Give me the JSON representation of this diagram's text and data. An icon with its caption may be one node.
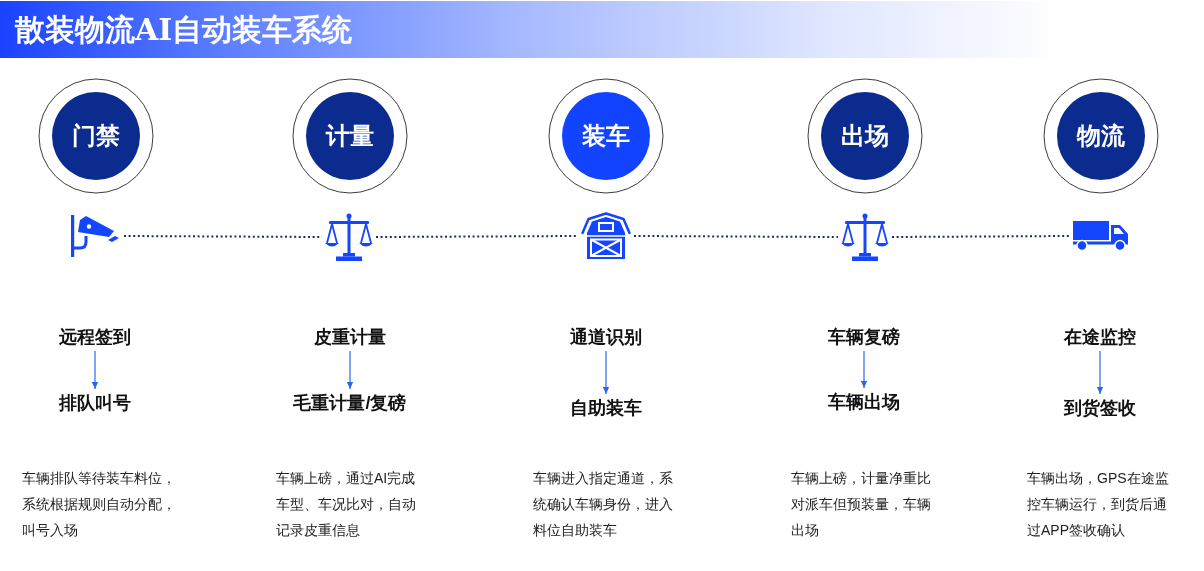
{
  "diagram": {
    "title": "散装物流AI自动装车系统",
    "nodes": [
      {
        "text": [
          "门禁"
        ]
      },
      {
        "text": [
          "计量"
        ]
      },
      {
        "text": [
          "装车"
        ]
      },
      {
        "text": [
          "出场"
        ]
      },
      {
        "text": [
          "物流"
        ]
      },
      {
        "text": [],
        "shape": "picture"
      },
      {
        "text": [],
        "shape": "picture"
      },
      {
        "text": [],
        "shape": "picture"
      },
      {
        "text": [],
        "shape": "picture"
      },
      {
        "text": [],
        "shape": "picture"
      },
      {
        "text": [
          "远程签到"
        ]
      },
      {
        "text": [
          "皮重计量"
        ]
      },
      {
        "text": [
          "通道识别"
        ]
      },
      {
        "text": [
          "车辆复磅"
        ]
      },
      {
        "text": [
          "在途监控"
        ]
      },
      {
        "text": [
          "排队叫号"
        ]
      },
      {
        "text": [
          "毛重计量/复磅"
        ]
      },
      {
        "text": [
          "自助装车"
        ]
      },
      {
        "text": [
          "车辆出场"
        ]
      },
      {
        "text": [
          "到货签收"
        ]
      }
    ],
    "edges": [
      {
        "from": 5,
        "to": 6,
        "arrow": "none",
        "style": "dashed",
        "color": "#1b2f5e"
      },
      {
        "from": 6,
        "to": 7,
        "arrow": "none",
        "style": "dashed",
        "color": "#1b2f5e"
      },
      {
        "from": 7,
        "to": 8,
        "arrow": "none",
        "style": "dashed",
        "color": "#1b2f5e"
      },
      {
        "from": 8,
        "to": 9,
        "arrow": "none",
        "style": "dashed",
        "color": "#1b2f5e"
      },
      {
        "from": 10,
        "to": 15,
        "arrow": "to"
      },
      {
        "from": 11,
        "to": 16,
        "arrow": "to"
      },
      {
        "from": 12,
        "to": 17,
        "arrow": "to"
      },
      {
        "from": 13,
        "to": 18,
        "arrow": "to"
      },
      {
        "from": 14,
        "to": 19,
        "arrow": "to"
      }
    ],
    "labels": [
      "车辆排队等待装车料位，系统根据规则自动分配，叫号入场",
      "车辆上磅，通过AI完成车型、车况比对，自动记录皮重信息",
      "车辆进入指定通道，系统确认车辆身份，进入料位自助装车",
      "车辆上磅，计量净重比对派车但预装量，车辆出场",
      "车辆出场，GPS在途监控车辆运行，到货后通过APP签收确认"
    ]
  }
}
